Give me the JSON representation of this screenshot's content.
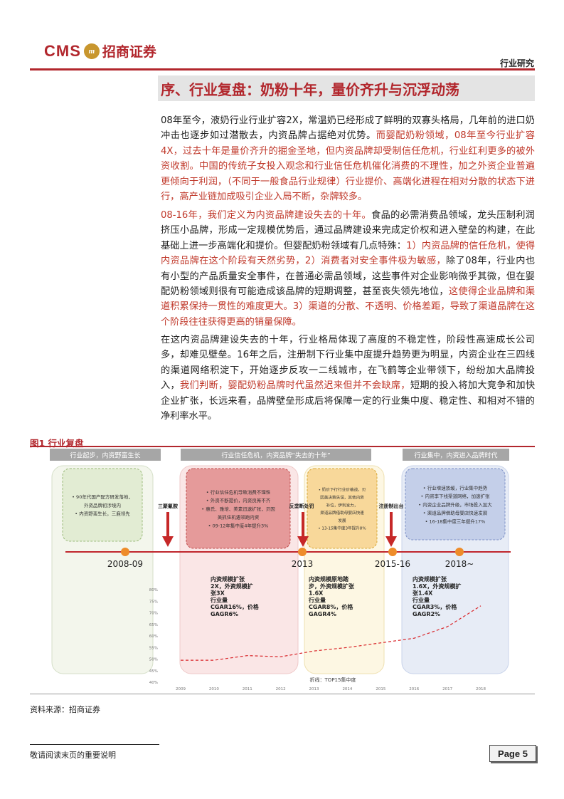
{
  "header": {
    "logo_text": "CMS",
    "logo_mark": "m",
    "logo_cn": "招商证券",
    "category": "行业研究"
  },
  "title": "序、行业复盘：奶粉十年，量价齐升与沉浮动荡",
  "paragraphs": {
    "p1": {
      "a": "08年至今，液奶行业行业扩容2X，常温奶已经形成了鲜明的双寡头格局，几年前的进口奶冲击也逐步如过潜散去，内资品牌占据绝对优势。",
      "b": "而婴配奶粉领域，08年至今行业扩容4X，过去十年是量价齐升的掘金圣地，但内资品牌却受制信任危机，行业红利更多的被外资收割。中国的传统子女投入观念和行业信任危机催化消费的不理性，加之外资企业普遍更倾向于利润，（不同于一般食品行业规律）行业提价、高端化进程在相对分散的状态下进行，高产业链加成吸引企业入局不断，杂牌较多。"
    },
    "p2": {
      "a": "08-16年，我们定义为内资品牌建设失去的十年。",
      "b": "食品的必需消费品领域，龙头压制利润挤压小品牌，形成一定规模优势后，通过品牌建设来完成定价权和进入壁垒的构建，在此基础上进一步高端化和提价。但婴配奶粉领域有几点特殊：",
      "c": "1）内资品牌的信任危机，使得内资品牌在这个阶段有天然劣势，2）消费者对安全事件极为敏感，",
      "d": "除了08年，行业内也有小型的产品质量安全事件，在普通必需品领域，这些事件对企业影响微乎其微，但在婴配奶粉领域则很有可能造成该品牌的短期调整，甚至丧失领先地位，",
      "e": "这使得企业品牌和渠道积累保持一贯性的难度更大。3）渠道的分散、不透明、价格差距，导致了渠道品牌在这个阶段往往获得更高的销量保障。"
    },
    "p3": {
      "a": "在这内资品牌建设失去的十年，行业格局体现了高度的不稳定性，阶段性高速成长公司多，却难见壁垒。16年之后，注册制下行业集中度提升趋势更为明显，内资企业在三四线的渠道网络积淀下，开始逐步反攻一二线城市，在飞鹤等企业带领下，纷纷加大品牌投入，",
      "b": "我们判断，婴配奶粉品牌时代虽然迟来但并不会缺席，",
      "c": "短期的投入将加大竞争和加快企业扩张，长远来看，品牌壁垒形成后将保障一定的行业集中度、稳定性、和相对不错的净利率水平。"
    }
  },
  "figure": {
    "caption": "图1 行业复盘"
  },
  "source": "资料来源：招商证券",
  "footer": {
    "note": "敬请阅读末页的重要说明",
    "page": "Page 5"
  },
  "colors": {
    "brand_red": "#b2272d",
    "accent_red": "#c0392b",
    "phase_green": "#f3f6ec",
    "phase_pink": "#fae6e6",
    "phase_yellow": "#fdf7e3",
    "phase_blue": "#e7ecf6",
    "event_arrow": "#c62828",
    "node": "#ee8c2a"
  },
  "chart_data": {
    "type": "line",
    "phases": [
      {
        "label": "行业起步，内资野蛮生长",
        "bullets": [
          "90年代国产配方研发落地，外资品牌初涉境内",
          "内资野蛮生长，三鹿领先"
        ]
      },
      {
        "label": "行业信任危机，内资品牌“失去的十年”",
        "bullets": [
          "行业信任危机导致消费不理性",
          "外资不断提价，内资良莠不齐",
          "惠氏、雅培、美素迅速扩张，贝因美抓住机遇领跑内资",
          "09-12年集中度4年提升3%"
        ]
      },
      {
        "label": "",
        "bullets": [
          "奶价下行行业价格战，贝因美决策失误，其他内资补位，伊利发力，渠道品牌借助母婴店快速发展",
          "13-15集中度3年提升8%"
        ]
      },
      {
        "label": "行业集中，内资进入品牌时代",
        "bullets": [
          "行业增速放缓，行业集中趋势",
          "内资李下线渠道网络，加速扩张",
          "内资企业品牌升级，市场投入加大",
          "渠道品牌借助母婴店快速发展",
          "16-18集中度三年提升17%"
        ]
      }
    ],
    "events": [
      "三聚氰胺",
      "反垄断处罚",
      "注册制出台"
    ],
    "milestones": [
      "2008-09",
      "2013",
      "2015-16",
      "2018~"
    ],
    "phase_stats": [
      {
        "lines": [
          "内资规模扩张",
          "2X，外资规模扩",
          "张3X",
          "行业量",
          "CGAR16%，价格",
          "GAGR6%"
        ]
      },
      {
        "lines": [
          "内资规模原地踏",
          "步，外资规模扩张",
          "1.6X",
          "行业量",
          "CGAR8%，价格",
          "GAGR4%"
        ]
      },
      {
        "lines": [
          "内资规模扩张",
          "1.6X，外资规模扩",
          "张1.4X",
          "行业量",
          "CGAR3%，价格",
          "GAGR2%"
        ]
      }
    ],
    "series": [
      {
        "name": "折线：TOP15集中度",
        "x": [
          "2009",
          "2010",
          "2011",
          "2012",
          "2013",
          "2014",
          "2015",
          "2016",
          "2017",
          "2018"
        ],
        "y": [
          49.5,
          49.5,
          51.5,
          51,
          53.5,
          55,
          57,
          59,
          64,
          73
        ]
      }
    ],
    "ylim": [
      40,
      80
    ],
    "y_ticks": [
      "40%",
      "45%",
      "50%",
      "55%",
      "60%",
      "65%",
      "70%",
      "75%",
      "80%"
    ],
    "x_ticks": [
      "2009",
      "2010",
      "2011",
      "2012",
      "2013",
      "2014",
      "2015",
      "2016",
      "2017",
      "2018"
    ],
    "legend": "折线：TOP15集中度"
  }
}
